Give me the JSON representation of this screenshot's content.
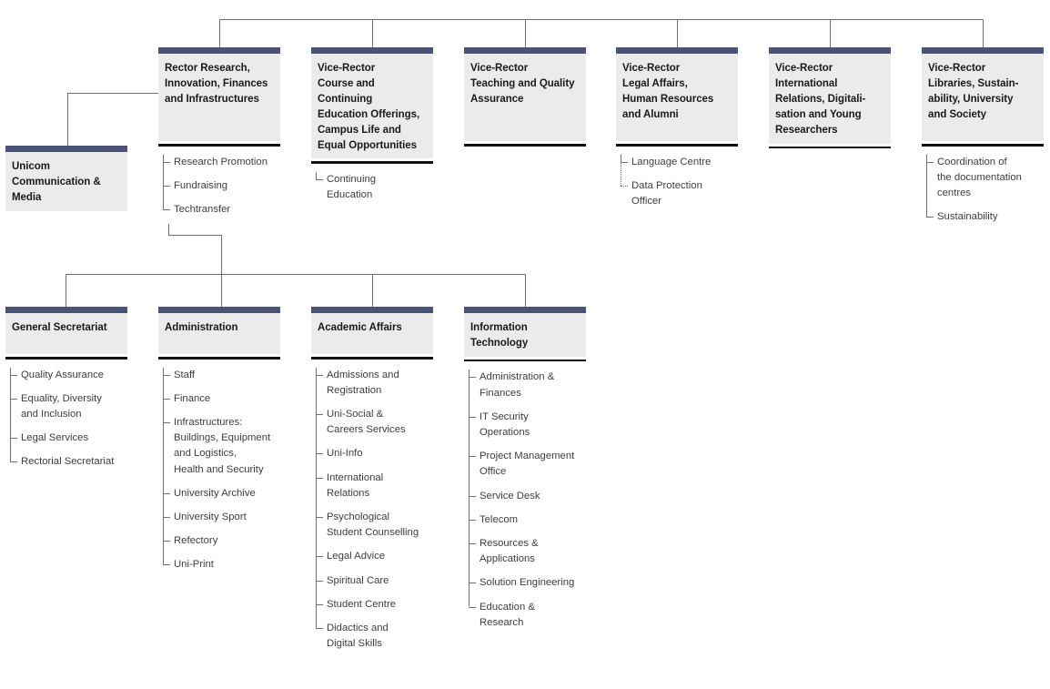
{
  "meta": {
    "title": "University Organisational Chart",
    "accent_bar_color": "#4a5275",
    "box_fill_color": "#ebebeb",
    "rule_color": "#111111",
    "connector_color": "#6e6e6e",
    "text_color": "#3d3d3d"
  },
  "top_level": {
    "rector": {
      "label": "Rector Research,\nInnovation, Finances\nand Infrastructures",
      "items": [
        {
          "label": "Research Promotion",
          "style": "solid"
        },
        {
          "label": "Fundraising",
          "style": "solid"
        },
        {
          "label": "Techtransfer",
          "style": "solid"
        }
      ]
    },
    "staff_unit": {
      "label": "Unicom\nCommunication &\nMedia",
      "items": []
    },
    "vice_rectors": [
      {
        "label": "Vice-Rector\nCourse and Continuing\nEducation Offerings,\nCampus Life and\nEqual Opportunities",
        "items": [
          {
            "label": "Continuing\nEducation",
            "style": "solid"
          }
        ]
      },
      {
        "label": "Vice-Rector\nTeaching and Quality\nAssurance",
        "items": []
      },
      {
        "label": "Vice-Rector\nLegal Affairs,\nHuman Resources\nand Alumni",
        "items": [
          {
            "label": "Language Centre",
            "style": "solid"
          },
          {
            "label": "Data Protection\nOfficer",
            "style": "dotted"
          }
        ]
      },
      {
        "label": "Vice-Rector\nInternational\nRelations, Digitali-\nsation and Young\nResearchers",
        "items": []
      },
      {
        "label": "Vice-Rector\nLibraries, Sustain-\nability, University\nand Society",
        "items": [
          {
            "label": "Coordination of\nthe documentation\ncentres",
            "style": "solid"
          },
          {
            "label": "Sustainability",
            "style": "solid"
          }
        ]
      }
    ]
  },
  "administration_units": [
    {
      "label": "General Secretariat",
      "items": [
        {
          "label": "Quality Assurance",
          "style": "solid"
        },
        {
          "label": "Equality, Diversity\nand Inclusion",
          "style": "solid"
        },
        {
          "label": "Legal Services",
          "style": "solid"
        },
        {
          "label": "Rectorial Secretariat",
          "style": "solid"
        }
      ]
    },
    {
      "label": "Administration",
      "items": [
        {
          "label": "Staff",
          "style": "solid"
        },
        {
          "label": "Finance",
          "style": "solid"
        },
        {
          "label": "Infrastructures:\nBuildings, Equipment\nand Logistics,\nHealth and Security",
          "style": "solid"
        },
        {
          "label": "University Archive",
          "style": "solid"
        },
        {
          "label": "University Sport",
          "style": "solid"
        },
        {
          "label": "Refectory",
          "style": "solid"
        },
        {
          "label": "Uni-Print",
          "style": "solid"
        }
      ]
    },
    {
      "label": "Academic Affairs",
      "items": [
        {
          "label": "Admissions and\nRegistration",
          "style": "solid"
        },
        {
          "label": "Uni-Social &\nCareers Services",
          "style": "solid"
        },
        {
          "label": "Uni-Info",
          "style": "solid"
        },
        {
          "label": "International\nRelations",
          "style": "solid"
        },
        {
          "label": "Psychological\nStudent Counselling",
          "style": "solid"
        },
        {
          "label": "Legal Advice",
          "style": "solid"
        },
        {
          "label": "Spiritual Care",
          "style": "solid"
        },
        {
          "label": "Student Centre",
          "style": "solid"
        },
        {
          "label": "Didactics and\nDigital Skills",
          "style": "solid"
        }
      ]
    },
    {
      "label": "Information\nTechnology",
      "items": [
        {
          "label": "Administration &\nFinances",
          "style": "solid"
        },
        {
          "label": "IT Security\nOperations",
          "style": "solid"
        },
        {
          "label": "Project Management\nOffice",
          "style": "solid"
        },
        {
          "label": "Service Desk",
          "style": "solid"
        },
        {
          "label": "Telecom",
          "style": "solid"
        },
        {
          "label": "Resources &\nApplications",
          "style": "solid"
        },
        {
          "label": "Solution Engineering",
          "style": "solid"
        },
        {
          "label": "Education &\nResearch",
          "style": "solid"
        }
      ]
    }
  ]
}
